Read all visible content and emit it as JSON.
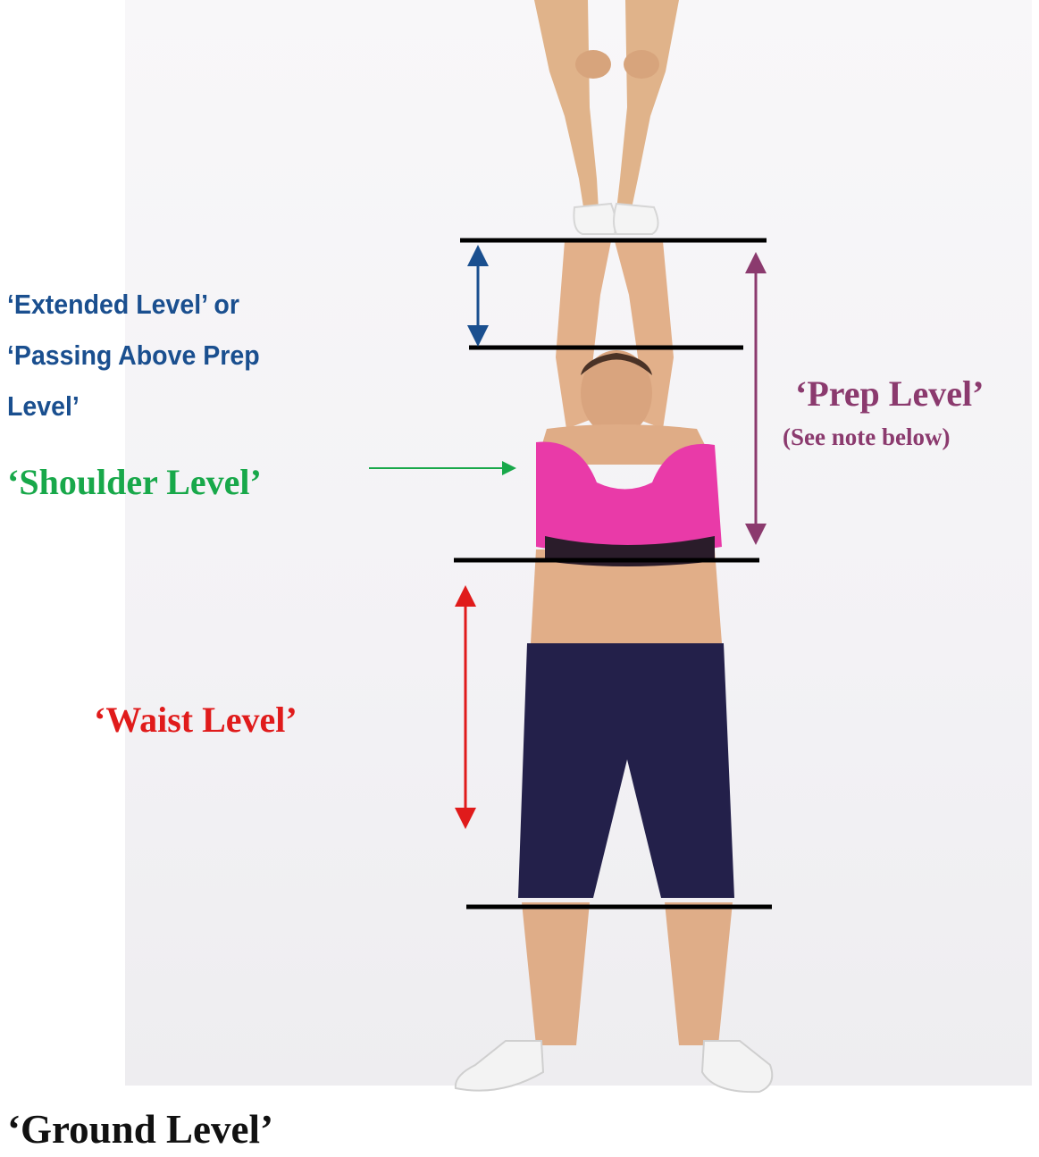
{
  "labels": {
    "extended": "‘Extended Level’ or ‘Passing Above Prep Level’",
    "shoulder": "‘Shoulder Level’",
    "prep": "‘Prep Level’",
    "prep_note": "(See note below)",
    "waist": "‘Waist Level’",
    "ground": "‘Ground Level’"
  },
  "colors": {
    "extended": "#1a4f8f",
    "shoulder": "#18a84a",
    "prep": "#8b3a6e",
    "waist": "#e01b1b",
    "ground": "#111111",
    "level_lines": "#000000",
    "top_tank": "#e93aa8",
    "leggings": "#23204a",
    "skin": "#e3b087"
  },
  "icons": {
    "extended_arrow": "double-headed-arrow",
    "prep_arrow": "double-headed-arrow",
    "waist_arrow": "double-headed-arrow",
    "shoulder_arrow": "right-arrow"
  }
}
